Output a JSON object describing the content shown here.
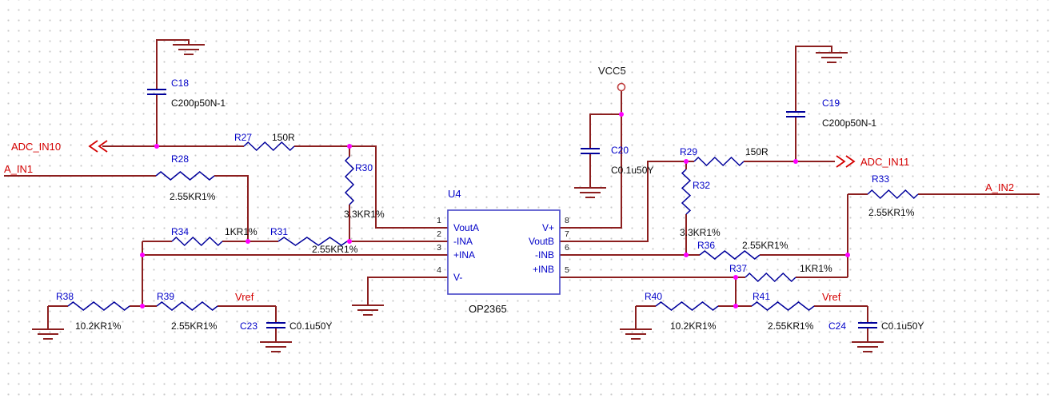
{
  "colors": {
    "wire": "#8C1F1F",
    "junction_dot": "#FF00FF",
    "component_outline": "#00009B",
    "designator_text": "#0000C8",
    "value_text": "#0A0A0A",
    "net_label": "#D40000",
    "ic_border": "#4646C8",
    "power_text": "#1A1A1A",
    "grid_dot": "#C9C9C9",
    "background": "#FFFFFF"
  },
  "nets": {
    "adc_in10": "ADC_IN10",
    "a_in1": "A_IN1",
    "adc_in11": "ADC_IN11",
    "a_in2": "A_IN2",
    "vref": "Vref",
    "vcc5": "VCC5"
  },
  "ic": {
    "ref": "U4",
    "part": "OP2365",
    "pins_left": [
      {
        "num": "1",
        "name": "VoutA"
      },
      {
        "num": "2",
        "name": "-INA"
      },
      {
        "num": "3",
        "name": "+INA"
      },
      {
        "num": "4",
        "name": "V-"
      }
    ],
    "pins_right": [
      {
        "num": "8",
        "name": "V+"
      },
      {
        "num": "7",
        "name": "VoutB"
      },
      {
        "num": "6",
        "name": "-INB"
      },
      {
        "num": "5",
        "name": "+INB"
      }
    ]
  },
  "components": {
    "C18": {
      "ref": "C18",
      "value": "C200p50N-1"
    },
    "C19": {
      "ref": "C19",
      "value": "C200p50N-1"
    },
    "C20": {
      "ref": "C20",
      "value": "C0.1u50Y"
    },
    "C23": {
      "ref": "C23",
      "value": "C0.1u50Y"
    },
    "C24": {
      "ref": "C24",
      "value": "C0.1u50Y"
    },
    "R27": {
      "ref": "R27",
      "value": "150R"
    },
    "R28": {
      "ref": "R28",
      "value": "2.55KR1%"
    },
    "R29": {
      "ref": "R29",
      "value": "150R"
    },
    "R30": {
      "ref": "R30",
      "value": "3.3KR1%"
    },
    "R31": {
      "ref": "R31",
      "value": "2.55KR1%"
    },
    "R32": {
      "ref": "R32",
      "value": "3.3KR1%"
    },
    "R33": {
      "ref": "R33",
      "value": "2.55KR1%"
    },
    "R34": {
      "ref": "R34",
      "value": "1KR1%"
    },
    "R36": {
      "ref": "R36",
      "value": "2.55KR1%"
    },
    "R37": {
      "ref": "R37",
      "value": "1KR1%"
    },
    "R38": {
      "ref": "R38",
      "value": "10.2KR1%"
    },
    "R39": {
      "ref": "R39",
      "value": "2.55KR1%"
    },
    "R40": {
      "ref": "R40",
      "value": "10.2KR1%"
    },
    "R41": {
      "ref": "R41",
      "value": "2.55KR1%"
    }
  }
}
